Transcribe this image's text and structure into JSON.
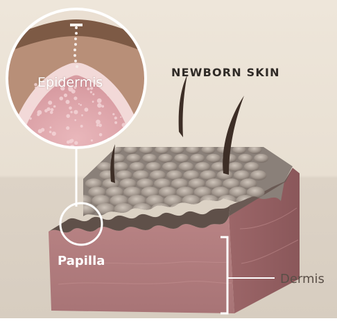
{
  "title": "NEWBORN SKIN",
  "labels": {
    "epidermis": "Epidermis",
    "papilla": "Papilla",
    "dermis": "Dermis"
  },
  "colors": {
    "background_top": "#ece3d6",
    "background_bottom": "#d9cfc2",
    "dermis": "#b98585",
    "dermis_dark": "#8e5b5e",
    "epidermis_surface": "#8a8079",
    "papilla_bump": "#a59a91",
    "hair": "#3d2e26",
    "callout_line": "#ffffff"
  }
}
